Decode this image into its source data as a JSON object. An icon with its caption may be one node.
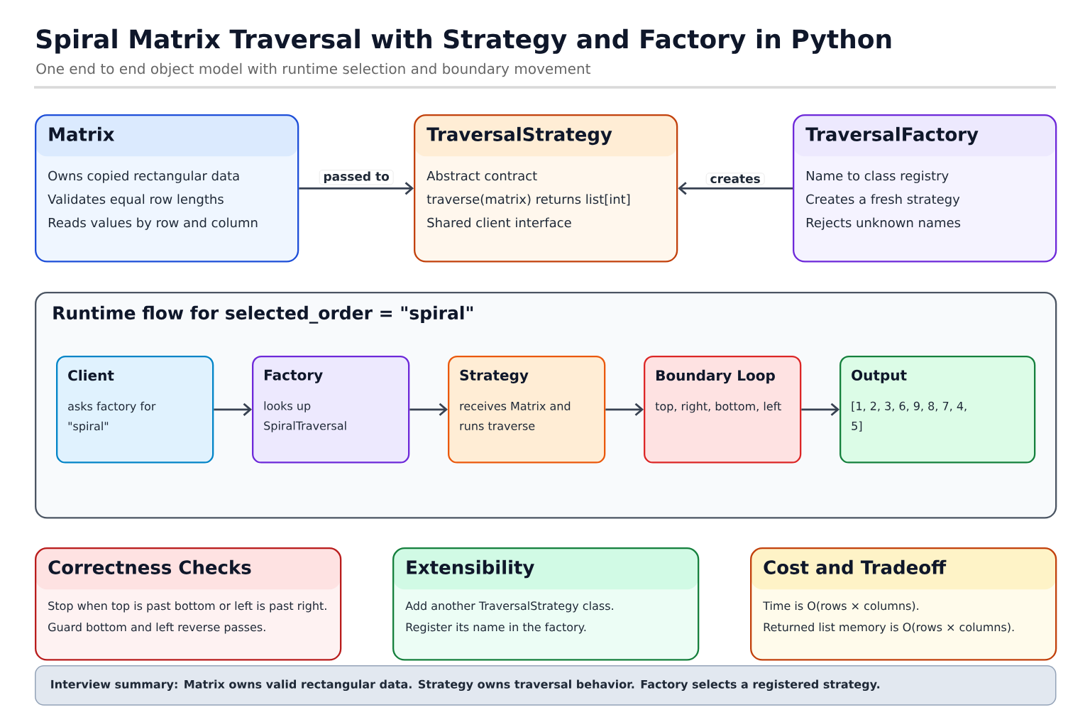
{
  "diagram": {
    "title": "Spiral Matrix Traversal with Strategy and Factory in Python",
    "nodes": [
      {
        "text": [
          "Matrix",
          "Owns copied rectangular data",
          "Validates equal row lengths",
          "Reads values by row and column"
        ]
      },
      {
        "text": [
          "TraversalStrategy",
          "Abstract contract",
          "traverse(matrix) returns list[int]",
          "Shared client interface"
        ]
      },
      {
        "text": [
          "TraversalFactory",
          "Name to class registry",
          "Creates a fresh strategy",
          "Rejects unknown names"
        ]
      },
      {
        "text": [
          "Runtime flow for selected_order = \"spiral\""
        ]
      },
      {
        "text": [
          "Client",
          "asks factory for \"spiral\""
        ],
        "in": 3
      },
      {
        "text": [
          "Factory",
          "looks up SpiralTraversal"
        ],
        "in": 3
      },
      {
        "text": [
          "Strategy",
          "receives Matrix and runs traverse"
        ],
        "in": 3
      },
      {
        "text": [
          "Boundary Loop",
          "top, right, bottom, left"
        ],
        "in": 3
      },
      {
        "text": [
          "Output",
          "[1, 2, 3, 6, 9, 8, 7, 4, 5]"
        ],
        "in": 3
      },
      {
        "text": [
          "Correctness Checks",
          "Stop when top is past bottom or left is past right.",
          "Guard bottom and left reverse passes."
        ]
      },
      {
        "text": [
          "Extensibility",
          "Add another TraversalStrategy class.",
          "Register its name in the factory."
        ]
      },
      {
        "text": [
          "Cost and Tradeoff",
          "Time is O(rows × columns).",
          "Returned list memory is O(rows × columns)."
        ]
      },
      {
        "text": [
          "Interview summary: Matrix owns valid rectangular data. Strategy owns traversal behavior. Factory selects a registered strategy."
        ]
      }
    ],
    "edges": [
      {
        "from": 0,
        "to": 1,
        "arrow": "to",
        "label": "passed to"
      },
      {
        "from": 2,
        "to": 1,
        "arrow": "to",
        "label": "creates"
      },
      {
        "from": 4,
        "to": 5,
        "arrow": "to"
      },
      {
        "from": 5,
        "to": 6,
        "arrow": "to"
      },
      {
        "from": 6,
        "to": 7,
        "arrow": "to"
      },
      {
        "from": 7,
        "to": 8,
        "arrow": "to"
      }
    ],
    "labels": [
      "One end to end object model with runtime selection and boundary movement"
    ]
  }
}
